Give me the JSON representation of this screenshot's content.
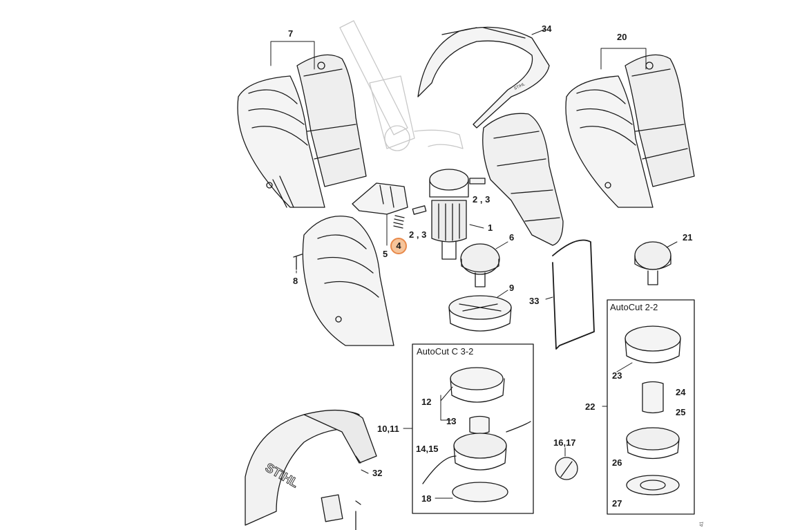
{
  "diagram": {
    "callouts": {
      "c1": "1",
      "c2_3a": "2 , 3",
      "c2_3b": "2 , 3",
      "c4": "4",
      "c5": "5",
      "c6": "6",
      "c7": "7",
      "c8": "8",
      "c9": "9",
      "c10_11": "10,11",
      "c12": "12",
      "c13": "13",
      "c14_15": "14,15",
      "c16_17": "16,17",
      "c18": "18",
      "c20": "20",
      "c21": "21",
      "c22": "22",
      "c23": "23",
      "c24": "24",
      "c25": "25",
      "c26": "26",
      "c27": "27",
      "c32": "32",
      "c33": "33",
      "c34": "34"
    },
    "boxes": {
      "autocut_c": "AutoCut C 3-2",
      "autocut_2": "AutoCut 2-2"
    },
    "brand": "STIHL",
    "corner_mark": "41",
    "highlight_color": "#f6c49a"
  }
}
